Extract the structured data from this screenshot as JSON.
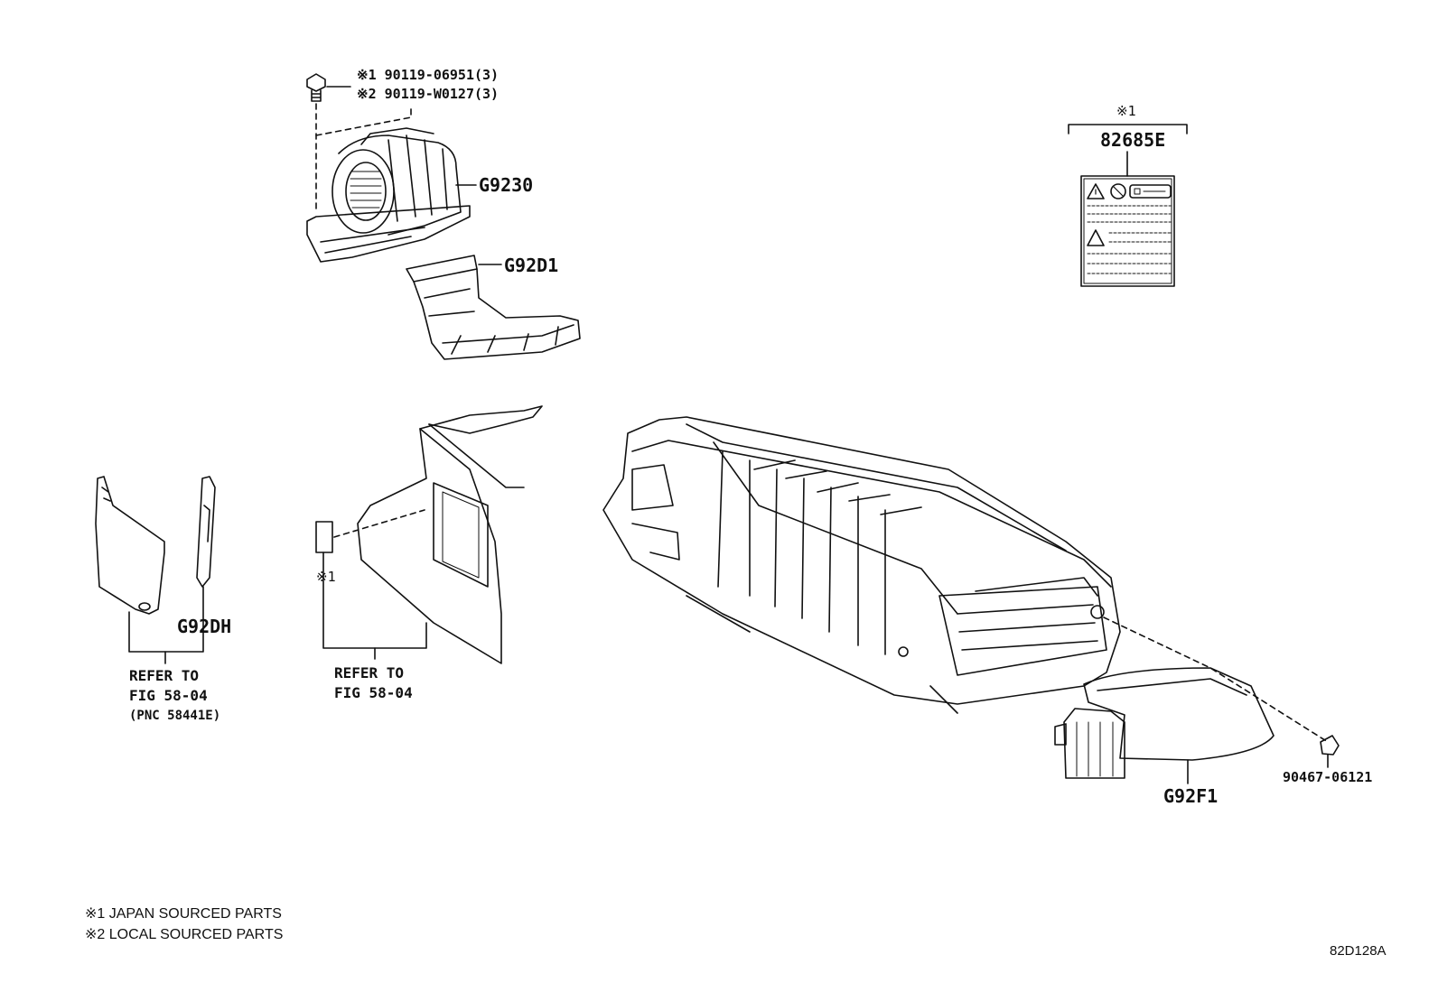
{
  "fasteners": {
    "line1": "※1 90119-06951(3)",
    "line2": "※2 90119-W0127(3)"
  },
  "parts": {
    "blower": "G9230",
    "duct": "G92D1",
    "cover_left": "G92DH",
    "cover_right": "G92F1",
    "clip": "90467-06121",
    "label_plate": "82685E",
    "label_plate_mark": "※1",
    "panel_mark": "※1"
  },
  "references": {
    "left": {
      "line1": "REFER TO",
      "line2": "FIG 58-04",
      "line3": "(PNC 58441E)"
    },
    "middle": {
      "line1": "REFER TO",
      "line2": "FIG 58-04"
    }
  },
  "legend": {
    "note1": "※1 JAPAN SOURCED PARTS",
    "note2": "※2 LOCAL SOURCED PARTS"
  },
  "figure_id": "82D128A"
}
